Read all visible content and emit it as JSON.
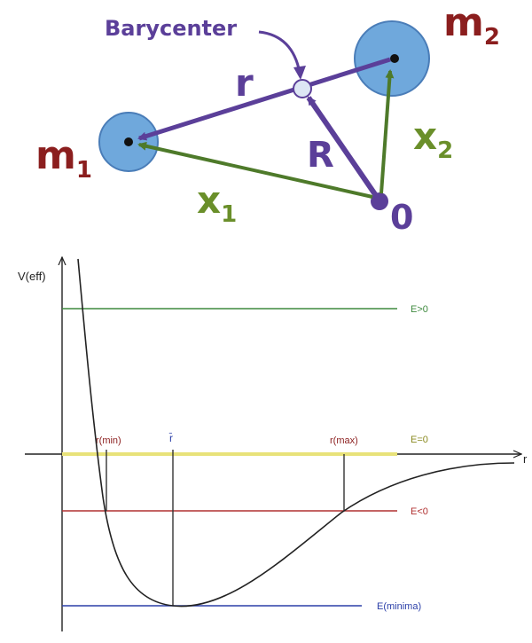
{
  "diagram": {
    "barycenter_label": "Barycenter",
    "m1_label": "m",
    "m1_sub": "1",
    "m2_label": "m",
    "m2_sub": "2",
    "r_label": "r",
    "R_label": "R",
    "x1_label": "x",
    "x1_sub": "1",
    "x2_label": "x",
    "x2_sub": "2",
    "origin_label": "0",
    "colors": {
      "mass_fill": "#6fa8dc",
      "mass_stroke": "#4a7db8",
      "vector_purple": "#5b3f99",
      "vector_green": "#4e7a2a",
      "mass_text": "#8b1e1e",
      "green_text": "#6a8f2a"
    }
  },
  "graph": {
    "y_axis_label": "V(eff)",
    "x_axis_label": "r",
    "levels": [
      {
        "label": "E>0",
        "color": "#3f8a3f"
      },
      {
        "label": "E=0",
        "color": "#e8e27a"
      },
      {
        "label": "E<0",
        "color": "#b03030"
      },
      {
        "label": "E(minima)",
        "color": "#2b3fa8"
      }
    ],
    "markers": {
      "rmin": "r(min)",
      "rbar": "r̄",
      "rmax": "r(max)"
    },
    "label_colors": {
      "rmin": "#8b1e1e",
      "rbar": "#2b3fa8",
      "rmax": "#8b1e1e"
    }
  }
}
